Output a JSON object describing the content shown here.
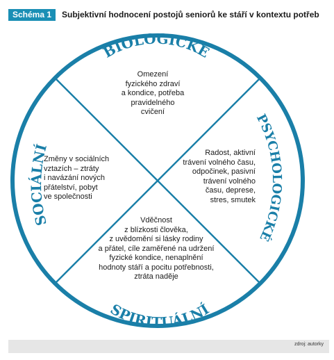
{
  "header": {
    "badge": "Schéma 1",
    "title": "Subjektivní hodnocení postojů seniorů ke stáří v kontextu potřeb"
  },
  "diagram": {
    "accent_color": "#1a7fa8",
    "labels": {
      "top": "BIOLOGICKÉ",
      "right": "PSYCHOLOGICKÉ",
      "bottom": "SPIRITUÁLNÍ",
      "left": "SOCIÁLNÍ"
    },
    "quadrants": {
      "top": [
        "Omezení",
        "fyzického zdraví",
        "a kondice, potřeba",
        "pravidelného",
        "cvičení"
      ],
      "right": [
        "Radost, aktivní",
        "trávení volného",
        "času,",
        "odpočinek, pasivní",
        "trávení volného",
        "času, deprese,",
        "stres, smutek"
      ],
      "bottom": [
        "Vděčnost",
        "z blízkosti člověka,",
        "z uvědomění si lásky rodiny",
        "a přátel, cíle zaměřené na udržení",
        "fyzické kondice, nenaplnění",
        "hodnoty stáří a pocitu potřebnosti,",
        "ztráta naděje"
      ],
      "left": [
        "Změny v sociálních",
        "vztazích – ztráty",
        "i navázání nových",
        "přátelství, pobyt",
        "ve společnosti"
      ]
    }
  },
  "footer": {
    "source": "zdroj: autorky"
  }
}
